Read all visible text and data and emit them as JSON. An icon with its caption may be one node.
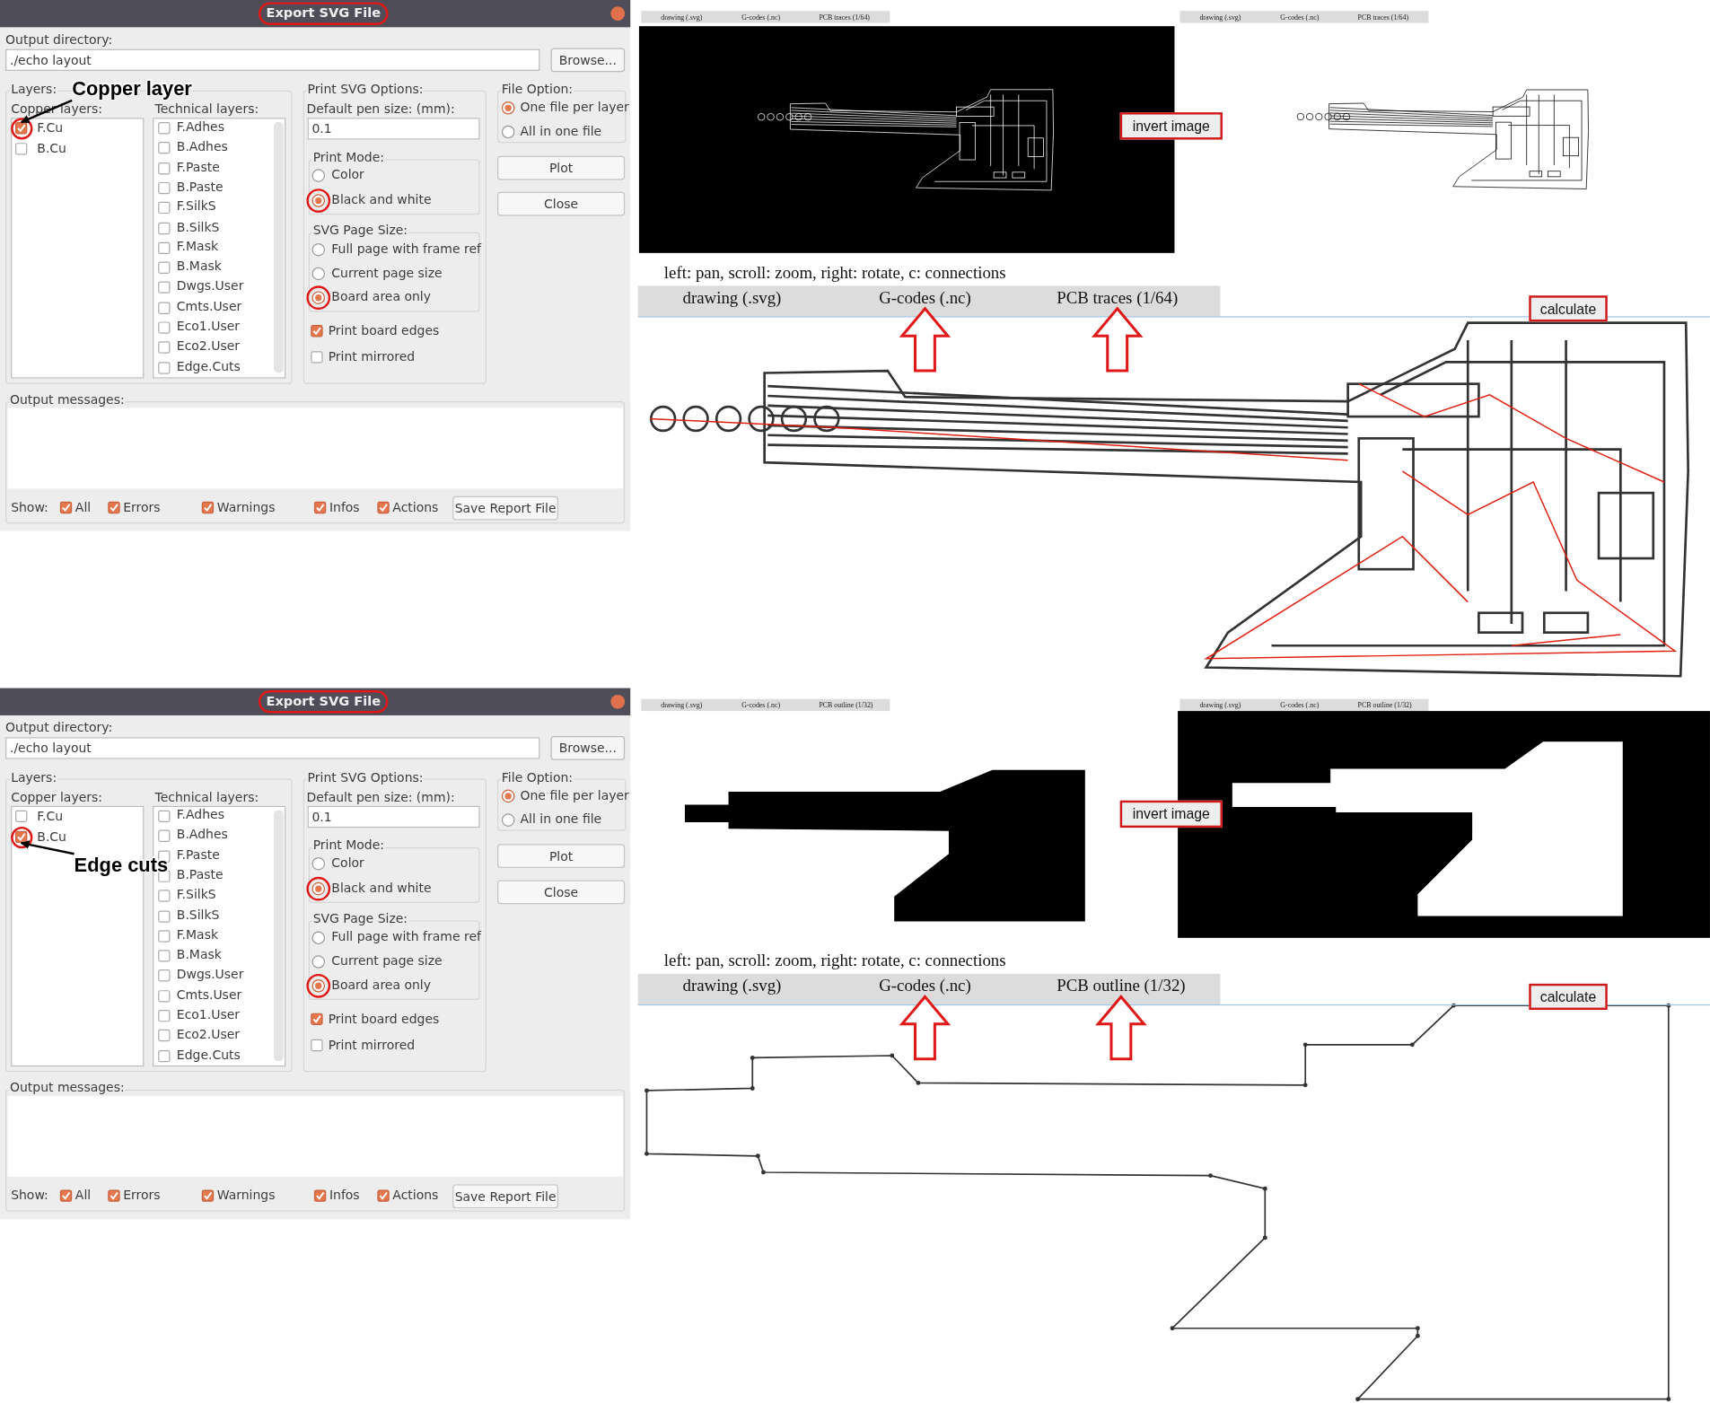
{
  "diagram": {
    "nodes": [
      {
        "text": [
          "Copper layer"
        ]
      },
      {
        "text": [],
        "shape": "box"
      },
      {
        "text": [
          "Edge cuts"
        ]
      },
      {
        "text": [],
        "shape": "box"
      },
      {
        "text": [
          "G-codes (.nc)"
        ]
      },
      {
        "text": [
          "PCB traces (1/64)"
        ]
      },
      {
        "text": [
          "G-codes (.nc)"
        ]
      },
      {
        "text": [
          "PCB outline (1/32)"
        ]
      }
    ],
    "edges": [
      {
        "from": 0,
        "to": 1,
        "arrow": "to",
        "color": "#000000"
      },
      {
        "from": 2,
        "to": 3,
        "arrow": "to",
        "color": "#000000"
      },
      {
        "from": null,
        "to": 4,
        "arrow": "to"
      },
      {
        "from": null,
        "to": 5,
        "arrow": "to"
      },
      {
        "from": null,
        "to": 6,
        "arrow": "to"
      },
      {
        "from": null,
        "to": 7,
        "arrow": "to"
      }
    ],
    "labels": [
      "Export SVG File",
      "Output directory:",
      "./echo layout",
      "Browse...",
      "Layers:",
      "Copper layers:",
      "F.Cu",
      "B.Cu",
      "Technical layers:",
      "F.Adhes",
      "B.Adhes",
      "F.Paste",
      "B.Paste",
      "F.SilkS",
      "B.SilkS",
      "F.Mask",
      "B.Mask",
      "Dwgs.User",
      "Cmts.User",
      "Eco1.User",
      "Eco2.User",
      "Edge.Cuts",
      "Print SVG Options:",
      "Default pen size: (mm):",
      "0.1",
      "Print Mode:",
      "Color",
      "Black and white",
      "SVG Page Size:",
      "Full page with frame ref",
      "Current page size",
      "Board area only",
      "Print board edges",
      "Print mirrored",
      "File Option:",
      "One file per layer",
      "All in one file",
      "Plot",
      "Close",
      "Output messages:",
      "Show:",
      "All",
      "Errors",
      "Warnings",
      "Infos",
      "Actions",
      "Save Report File",
      "Export SVG File",
      "Output directory:",
      "./echo layout",
      "Browse...",
      "Layers:",
      "Copper layers:",
      "F.Cu",
      "B.Cu",
      "Technical layers:",
      "F.Adhes",
      "B.Adhes",
      "F.Paste",
      "B.Paste",
      "F.SilkS",
      "B.SilkS",
      "F.Mask",
      "B.Mask",
      "Dwgs.User",
      "Cmts.User",
      "Eco1.User",
      "Eco2.User",
      "Edge.Cuts",
      "Print SVG Options:",
      "Default pen size: (mm):",
      "0.1",
      "Print Mode:",
      "Color",
      "Black and white",
      "SVG Page Size:",
      "Full page with frame ref",
      "Current page size",
      "Board area only",
      "Print board edges",
      "Print mirrored",
      "File Option:",
      "One file per layer",
      "All in one file",
      "Plot",
      "Close",
      "Output messages:",
      "Show:",
      "All",
      "Errors",
      "Warnings",
      "Infos",
      "Actions",
      "Save Report File",
      "drawing (.svg)",
      "G-codes (.nc)",
      "PCB traces (1/64)",
      "drawing (.svg)",
      "G-codes (.nc)",
      "PCB traces (1/64)",
      "invert image",
      "left: pan, scroll: zoom, right: rotate, c: connections",
      "drawing (.svg)",
      "calculate",
      "drawing (.svg)",
      "G-codes (.nc)",
      "PCB outline (1/32)",
      "drawing (.svg)",
      "G-codes (.nc)",
      "PCB outline (1/32)",
      "invert image",
      "left: pan, scroll: zoom, right: rotate, c: connections",
      "drawing (.svg)",
      "calculate"
    ]
  }
}
